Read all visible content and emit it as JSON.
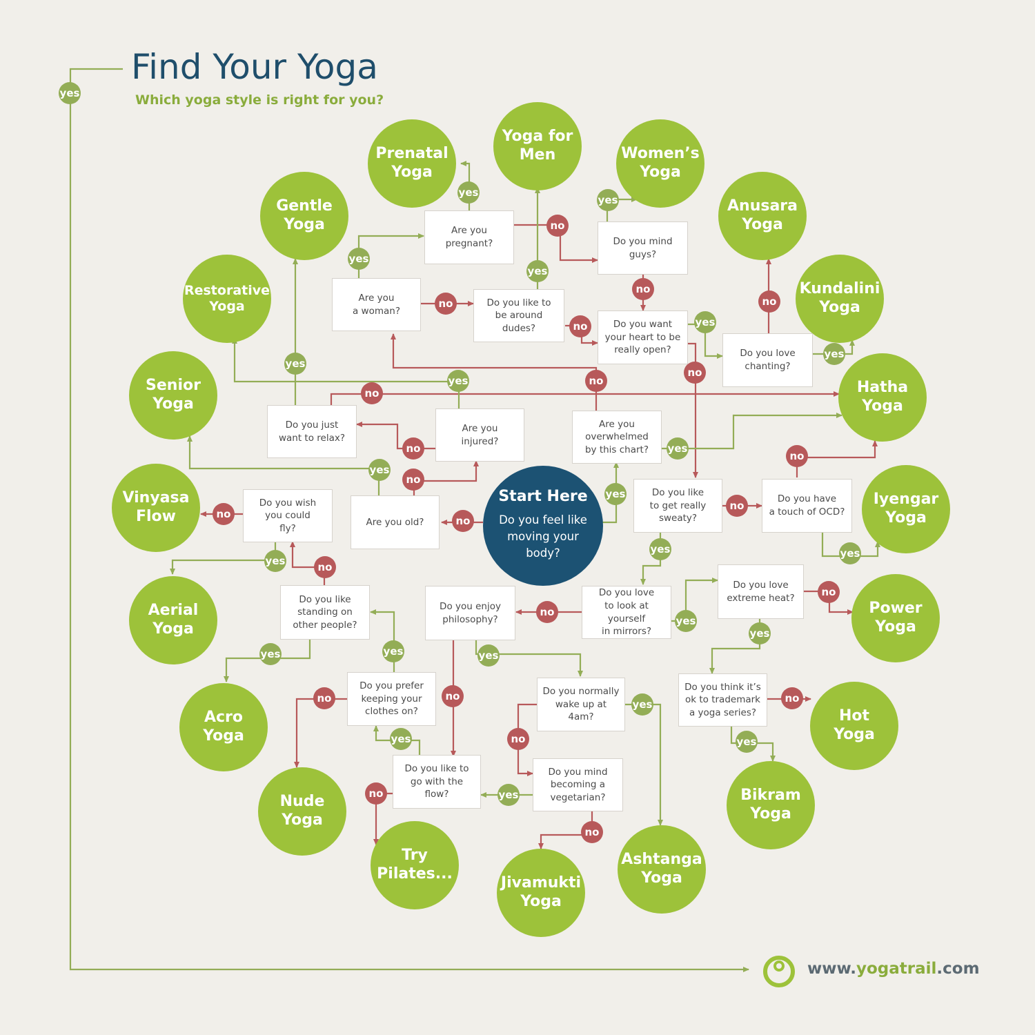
{
  "header": {
    "title": "Find Your Yoga",
    "subtitle": "Which yoga style is right for you?"
  },
  "start": {
    "title": "Start Here",
    "question": "Do you feel like\nmoving your\nbody?"
  },
  "questions": [
    {
      "id": "q-pregnant",
      "text": "Are you\npregnant?"
    },
    {
      "id": "q-mind-guys",
      "text": "Do you mind\nguys?"
    },
    {
      "id": "q-woman",
      "text": "Are you\na woman?"
    },
    {
      "id": "q-dudes",
      "text": "Do you like to\nbe around\ndudes?"
    },
    {
      "id": "q-heart",
      "text": "Do you want\nyour heart to be\nreally open?"
    },
    {
      "id": "q-chanting",
      "text": "Do you love\nchanting?"
    },
    {
      "id": "q-relax",
      "text": "Do you just\nwant to relax?"
    },
    {
      "id": "q-injured",
      "text": "Are you\ninjured?"
    },
    {
      "id": "q-overwhelmed",
      "text": "Are you\noverwhelmed\nby this chart?"
    },
    {
      "id": "q-fly",
      "text": "Do you wish\nyou could\nfly?"
    },
    {
      "id": "q-old",
      "text": "Are you old?"
    },
    {
      "id": "q-sweaty",
      "text": "Do you like\nto get really\nsweaty?"
    },
    {
      "id": "q-ocd",
      "text": "Do you have\na touch of OCD?"
    },
    {
      "id": "q-standing",
      "text": "Do you like\nstanding on\nother people?"
    },
    {
      "id": "q-philosophy",
      "text": "Do you enjoy\nphilosophy?"
    },
    {
      "id": "q-mirrors",
      "text": "Do you love\nto look at yourself\nin mirrors?"
    },
    {
      "id": "q-heat",
      "text": "Do you love\nextreme heat?"
    },
    {
      "id": "q-clothes",
      "text": "Do you prefer\nkeeping your\nclothes on?"
    },
    {
      "id": "q-4am",
      "text": "Do you normally\nwake up at\n4am?"
    },
    {
      "id": "q-trademark",
      "text": "Do you think it’s\nok to trademark\na yoga series?"
    },
    {
      "id": "q-flow",
      "text": "Do you like to\ngo with the\nflow?"
    },
    {
      "id": "q-vegetarian",
      "text": "Do you mind\nbecoming a\nvegetarian?"
    }
  ],
  "results": [
    {
      "id": "r-prenatal",
      "label": "Prenatal\nYoga"
    },
    {
      "id": "r-men",
      "label": "Yoga for\nMen"
    },
    {
      "id": "r-womens",
      "label": "Women’s\nYoga"
    },
    {
      "id": "r-gentle",
      "label": "Gentle\nYoga"
    },
    {
      "id": "r-anusara",
      "label": "Anusara\nYoga"
    },
    {
      "id": "r-restorative",
      "label": "Restorative\nYoga"
    },
    {
      "id": "r-kundalini",
      "label": "Kundalini\nYoga"
    },
    {
      "id": "r-senior",
      "label": "Senior\nYoga"
    },
    {
      "id": "r-hatha",
      "label": "Hatha\nYoga"
    },
    {
      "id": "r-vinyasa",
      "label": "Vinyasa\nFlow"
    },
    {
      "id": "r-iyengar",
      "label": "Iyengar\nYoga"
    },
    {
      "id": "r-aerial",
      "label": "Aerial\nYoga"
    },
    {
      "id": "r-power",
      "label": "Power\nYoga"
    },
    {
      "id": "r-acro",
      "label": "Acro\nYoga"
    },
    {
      "id": "r-hot",
      "label": "Hot\nYoga"
    },
    {
      "id": "r-nude",
      "label": "Nude\nYoga"
    },
    {
      "id": "r-bikram",
      "label": "Bikram\nYoga"
    },
    {
      "id": "r-pilates",
      "label": "Try\nPilates..."
    },
    {
      "id": "r-jivamukti",
      "label": "Jivamukti\nYoga"
    },
    {
      "id": "r-ashtanga",
      "label": "Ashtanga\nYoga"
    }
  ],
  "labels": {
    "yes": "yes",
    "no": "no"
  },
  "badges": [
    {
      "kind": "yes",
      "id": "b-side"
    },
    {
      "kind": "yes",
      "id": "b-prenatal"
    },
    {
      "kind": "no",
      "id": "b-pregnant-no"
    },
    {
      "kind": "yes",
      "id": "b-womens"
    },
    {
      "kind": "yes",
      "id": "b-woman"
    },
    {
      "kind": "yes",
      "id": "b-men"
    },
    {
      "kind": "no",
      "id": "b-woman-no"
    },
    {
      "kind": "no",
      "id": "b-guys-no"
    },
    {
      "kind": "no",
      "id": "b-dudes-no"
    },
    {
      "kind": "yes",
      "id": "b-heart-yes"
    },
    {
      "kind": "no",
      "id": "b-anusara"
    },
    {
      "kind": "yes",
      "id": "b-kundalini"
    },
    {
      "kind": "yes",
      "id": "b-gentle"
    },
    {
      "kind": "yes",
      "id": "b-injured-yes"
    },
    {
      "kind": "no",
      "id": "b-overwhelmed-no"
    },
    {
      "kind": "no",
      "id": "b-heart-no"
    },
    {
      "kind": "no",
      "id": "b-relax-no"
    },
    {
      "kind": "no",
      "id": "b-injured-no"
    },
    {
      "kind": "yes",
      "id": "b-overwhelmed-yes"
    },
    {
      "kind": "no",
      "id": "b-ocd-no"
    },
    {
      "kind": "yes",
      "id": "b-senior"
    },
    {
      "kind": "no",
      "id": "b-old-no"
    },
    {
      "kind": "yes",
      "id": "b-start-yes"
    },
    {
      "kind": "no",
      "id": "b-vinyasa"
    },
    {
      "kind": "no",
      "id": "b-sweaty-no"
    },
    {
      "kind": "no",
      "id": "b-start-no"
    },
    {
      "kind": "yes",
      "id": "b-sweaty-yes"
    },
    {
      "kind": "yes",
      "id": "b-iyengar"
    },
    {
      "kind": "yes",
      "id": "b-aerial"
    },
    {
      "kind": "no",
      "id": "b-standing-no"
    },
    {
      "kind": "no",
      "id": "b-mirrors-no"
    },
    {
      "kind": "no",
      "id": "b-power"
    },
    {
      "kind": "yes",
      "id": "b-mirrors-yes"
    },
    {
      "kind": "yes",
      "id": "b-heat-yes"
    },
    {
      "kind": "yes",
      "id": "b-acro"
    },
    {
      "kind": "yes",
      "id": "b-clothes-yes"
    },
    {
      "kind": "yes",
      "id": "b-philosophy-yes"
    },
    {
      "kind": "no",
      "id": "b-nude"
    },
    {
      "kind": "no",
      "id": "b-philosophy-no"
    },
    {
      "kind": "yes",
      "id": "b-ashtanga"
    },
    {
      "kind": "no",
      "id": "b-hot"
    },
    {
      "kind": "yes",
      "id": "b-flow-yes"
    },
    {
      "kind": "no",
      "id": "b-4am-no"
    },
    {
      "kind": "yes",
      "id": "b-bikram"
    },
    {
      "kind": "no",
      "id": "b-pilates"
    },
    {
      "kind": "yes",
      "id": "b-vegetarian-yes"
    },
    {
      "kind": "no",
      "id": "b-jivamukti"
    }
  ],
  "footer": {
    "website_prefix": "www.",
    "website_brand": "yogatrail",
    "website_suffix": ".com",
    "logo_icon": "yogatrail-logo-icon"
  },
  "colors": {
    "background": "#f1efea",
    "result_green": "#9dc23a",
    "yes_green": "#93ad56",
    "no_red": "#b7595a",
    "start_navy": "#1c5273",
    "title_navy": "#1f4e6b"
  }
}
